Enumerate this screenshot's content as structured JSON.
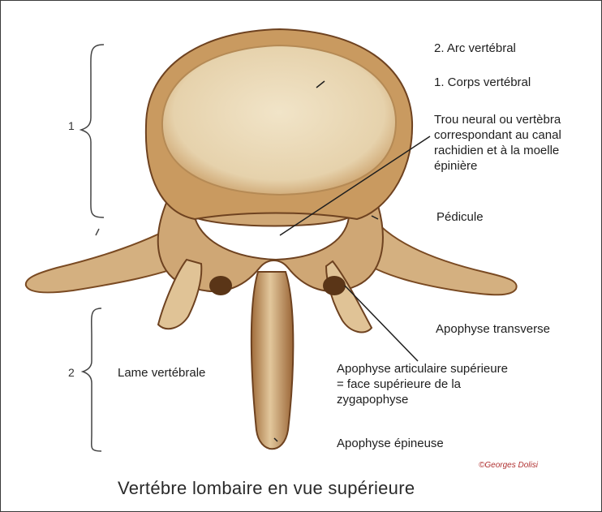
{
  "figure": {
    "caption": "Vertébre lombaire en vue supérieure",
    "credit": "©Georges Dolisi",
    "colors": {
      "bone": "#d7b68a",
      "bone_light": "#ecdcbc",
      "bone_shadow": "#8a5a2c",
      "bone_dark": "#5a3517",
      "ink": "#1e1e1e"
    },
    "braces": {
      "upper": "1",
      "lower": "2"
    },
    "labels": {
      "arc_vertebral": "2. Arc vertébral",
      "corps_vertebral": "1. Corps vertébral",
      "trou_neural": "Trou neural ou vertèbra\ncorrespondant au canal\nrachidien et à la moelle\népinière",
      "pedicule": "Pédicule",
      "apophyse_transverse": "Apophyse transverse",
      "lame_vertebrale": "Lame vertébrale",
      "apophyse_articulaire": "Apophyse articulaire supérieure\n= face supérieure de la\nzygapophyse",
      "apophyse_epineuse": "Apophyse épineuse"
    }
  }
}
